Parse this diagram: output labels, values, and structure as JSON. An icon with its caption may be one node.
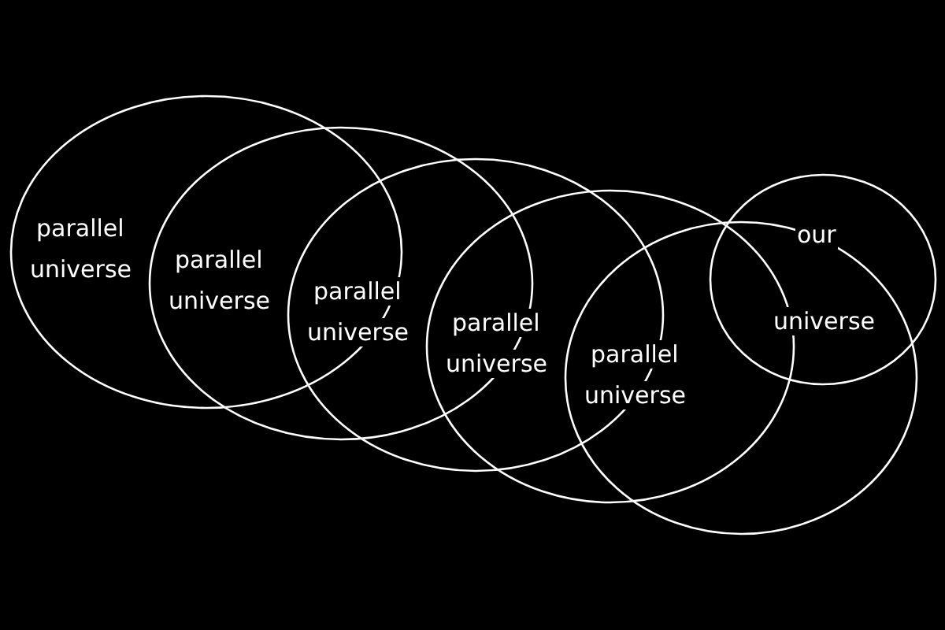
{
  "diagram": {
    "nodes": [
      {
        "text": [
          "parallel",
          "universe"
        ]
      },
      {
        "text": [
          "parallel",
          "universe"
        ]
      },
      {
        "text": [
          "parallel",
          "universe"
        ]
      },
      {
        "text": [
          "parallel",
          "universe"
        ]
      },
      {
        "text": [
          "parallel",
          "universe"
        ]
      },
      {
        "text": [
          "our",
          "universe"
        ]
      }
    ]
  }
}
